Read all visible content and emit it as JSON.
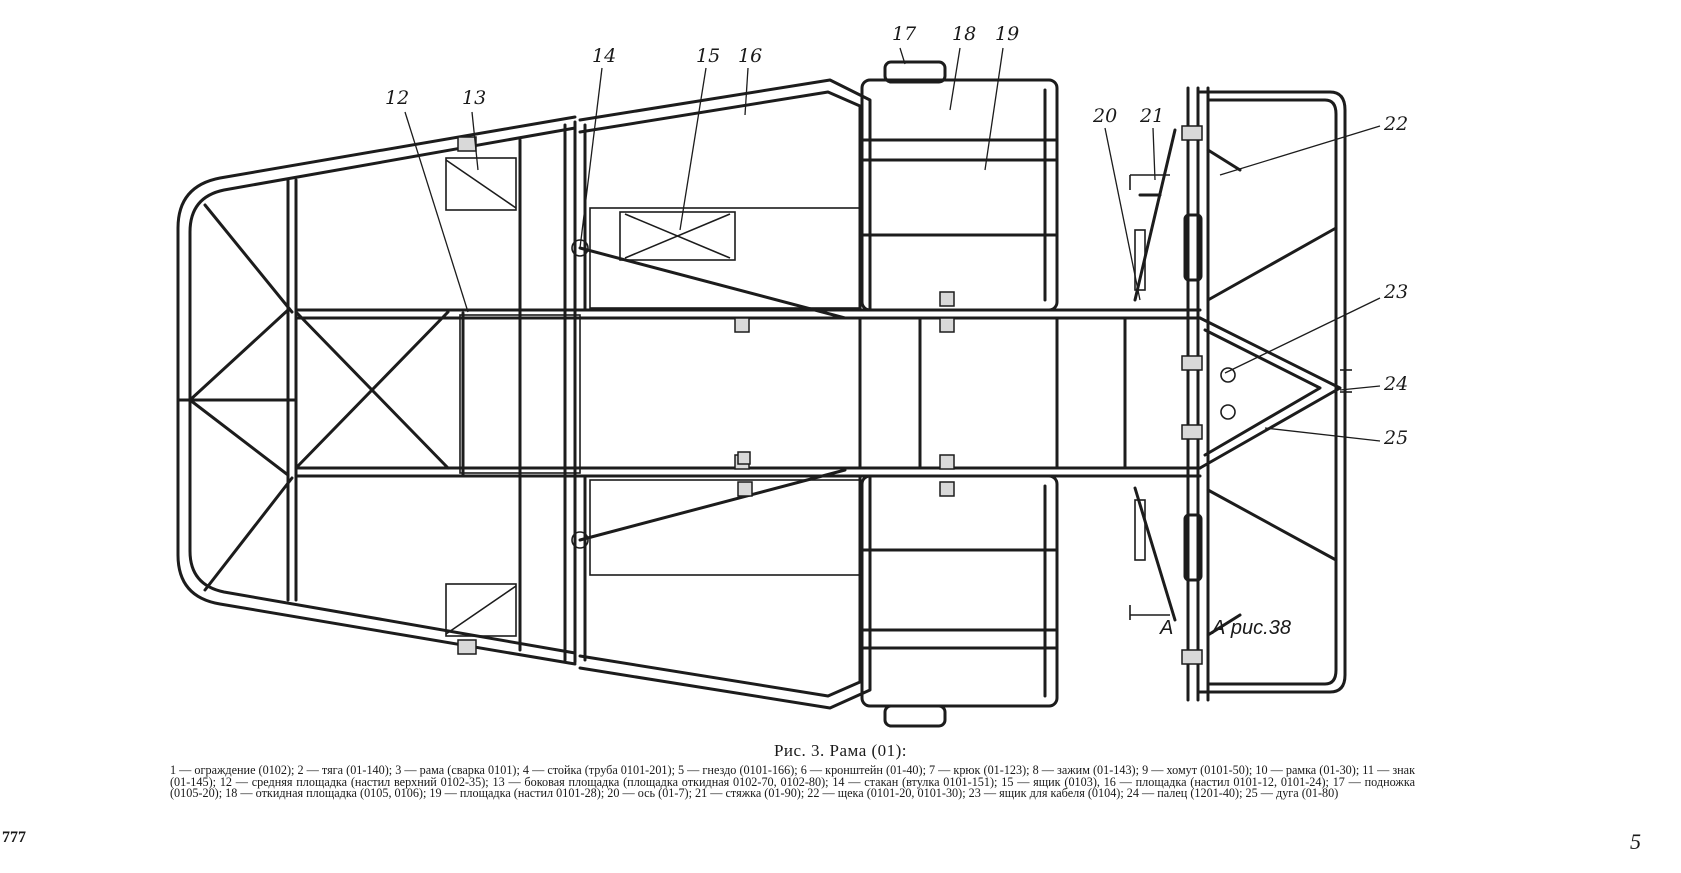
{
  "figure": {
    "title": "Рис. 3. Рама (01):",
    "callouts": [
      "12",
      "13",
      "14",
      "15",
      "16",
      "17",
      "18",
      "19",
      "20",
      "21",
      "22",
      "23",
      "24",
      "25"
    ],
    "view_note": "А рис.38",
    "section_letter": "А"
  },
  "legend": [
    "1 — ограждение (0102);",
    "2 — тяга (01-140);",
    "3 — рама (сварка 0101);",
    "4 — стойка (труба 0101-201);",
    "5 — гнездо (0101-166);",
    "6 — кронштейн (01-40);",
    "7 — крюк (01-123);",
    "8 — зажим (01-143);",
    "9 — хомут (0101-50);",
    "10 — рамка (01-30);",
    "11 — знак (01-145);",
    "12 — средняя площадка (настил верхний 0102-35);",
    "13 — боковая площадка (площадка откидная 0102-70, 0102-80);",
    "14 — стакан (втулка 0101-151);",
    "15 — ящик (0103),",
    "16 — площадка (настил 0101-12, 0101-24);",
    "17 — подножка (0105-20);",
    "18 — откидная площадка (0105, 0106);",
    "19 — площадка (настил 0101-28);",
    "20 — ось (01-7);",
    "21 — стяжка (01-90);",
    "22 — щека (0101-20, 0101-30);",
    "23 — ящик для кабеля (0104);",
    "24 — палец (1201-40);",
    "25 — дуга (01-80)"
  ],
  "page": {
    "code": "777",
    "number": "5"
  }
}
